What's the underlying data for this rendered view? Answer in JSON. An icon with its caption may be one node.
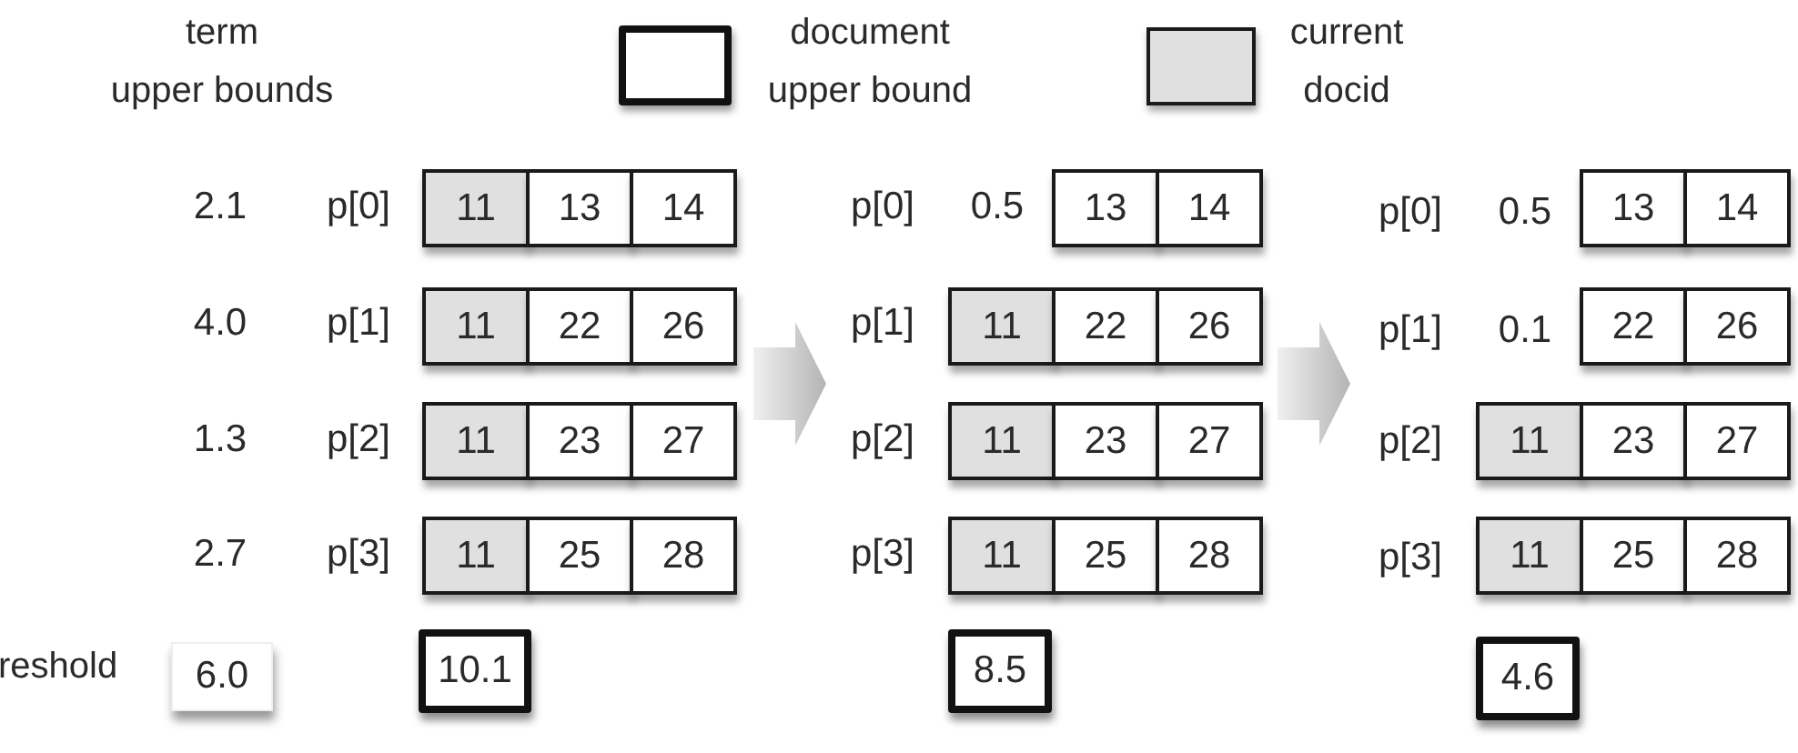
{
  "diagram": {
    "nodes": [
      {
        "text": [],
        "shape": "picture"
      },
      {
        "text": [
          "11"
        ],
        "in": 0
      },
      {
        "text": [
          "13"
        ],
        "in": 0
      },
      {
        "text": [
          "14"
        ],
        "in": 0
      },
      {
        "text": [
          "11"
        ],
        "in": 0
      },
      {
        "text": [
          "22"
        ],
        "in": 0
      },
      {
        "text": [
          "26"
        ],
        "in": 0
      },
      {
        "text": [
          "11"
        ],
        "in": 0
      },
      {
        "text": [
          "23"
        ],
        "in": 0
      },
      {
        "text": [
          "27"
        ],
        "in": 0
      },
      {
        "text": [
          "11"
        ],
        "in": 0
      },
      {
        "text": [
          "25"
        ],
        "in": 0
      },
      {
        "text": [
          "28"
        ],
        "in": 0
      },
      {
        "text": [
          "10.1"
        ],
        "in": 0
      },
      {
        "text": [],
        "shape": "picture"
      },
      {
        "text": [
          "13"
        ],
        "in": 14
      },
      {
        "text": [
          "14"
        ],
        "in": 14
      },
      {
        "text": [
          "11"
        ],
        "in": 14
      },
      {
        "text": [
          "22"
        ],
        "in": 14
      },
      {
        "text": [
          "26"
        ],
        "in": 14
      },
      {
        "text": [
          "11"
        ],
        "in": 14
      },
      {
        "text": [
          "23"
        ],
        "in": 14
      },
      {
        "text": [
          "27"
        ],
        "in": 14
      },
      {
        "text": [
          "11"
        ],
        "in": 14
      },
      {
        "text": [
          "25"
        ],
        "in": 14
      },
      {
        "text": [
          "28"
        ],
        "in": 14
      },
      {
        "text": [
          "8.5"
        ],
        "in": 14
      },
      {
        "text": [],
        "shape": "picture"
      },
      {
        "text": [
          "13"
        ],
        "in": 27
      },
      {
        "text": [
          "14"
        ],
        "in": 27
      },
      {
        "text": [
          "22"
        ],
        "in": 27
      },
      {
        "text": [
          "26"
        ],
        "in": 27
      },
      {
        "text": [
          "11"
        ],
        "in": 27
      },
      {
        "text": [
          "23"
        ],
        "in": 27
      },
      {
        "text": [
          "27"
        ],
        "in": 27
      },
      {
        "text": [
          "11"
        ],
        "in": 27
      },
      {
        "text": [
          "25"
        ],
        "in": 27
      },
      {
        "text": [
          "28"
        ],
        "in": 27
      },
      {
        "text": [
          "4.6"
        ],
        "in": 27
      },
      {
        "text": [
          "6.0"
        ]
      }
    ],
    "edges": [
      {
        "from": 0,
        "to": 14,
        "arrow": "to"
      },
      {
        "from": 14,
        "to": 27,
        "arrow": "to"
      }
    ],
    "labels": [
      "term upper bounds",
      "2.1",
      "p[0]",
      "p[0]",
      "0.5",
      "p[0]",
      "0.5",
      "4.0",
      "p[1]",
      "p[1]",
      "p[1]",
      "0.1",
      "1.3",
      "p[2]",
      "p[2]",
      "p[2]",
      "2.7",
      "p[3]",
      "p[3]",
      "p[3]",
      "reshold"
    ],
    "legend": [
      {
        "text": "document upper bound"
      },
      {
        "text": "current docid",
        "color": "#e0e0e0"
      }
    ]
  }
}
